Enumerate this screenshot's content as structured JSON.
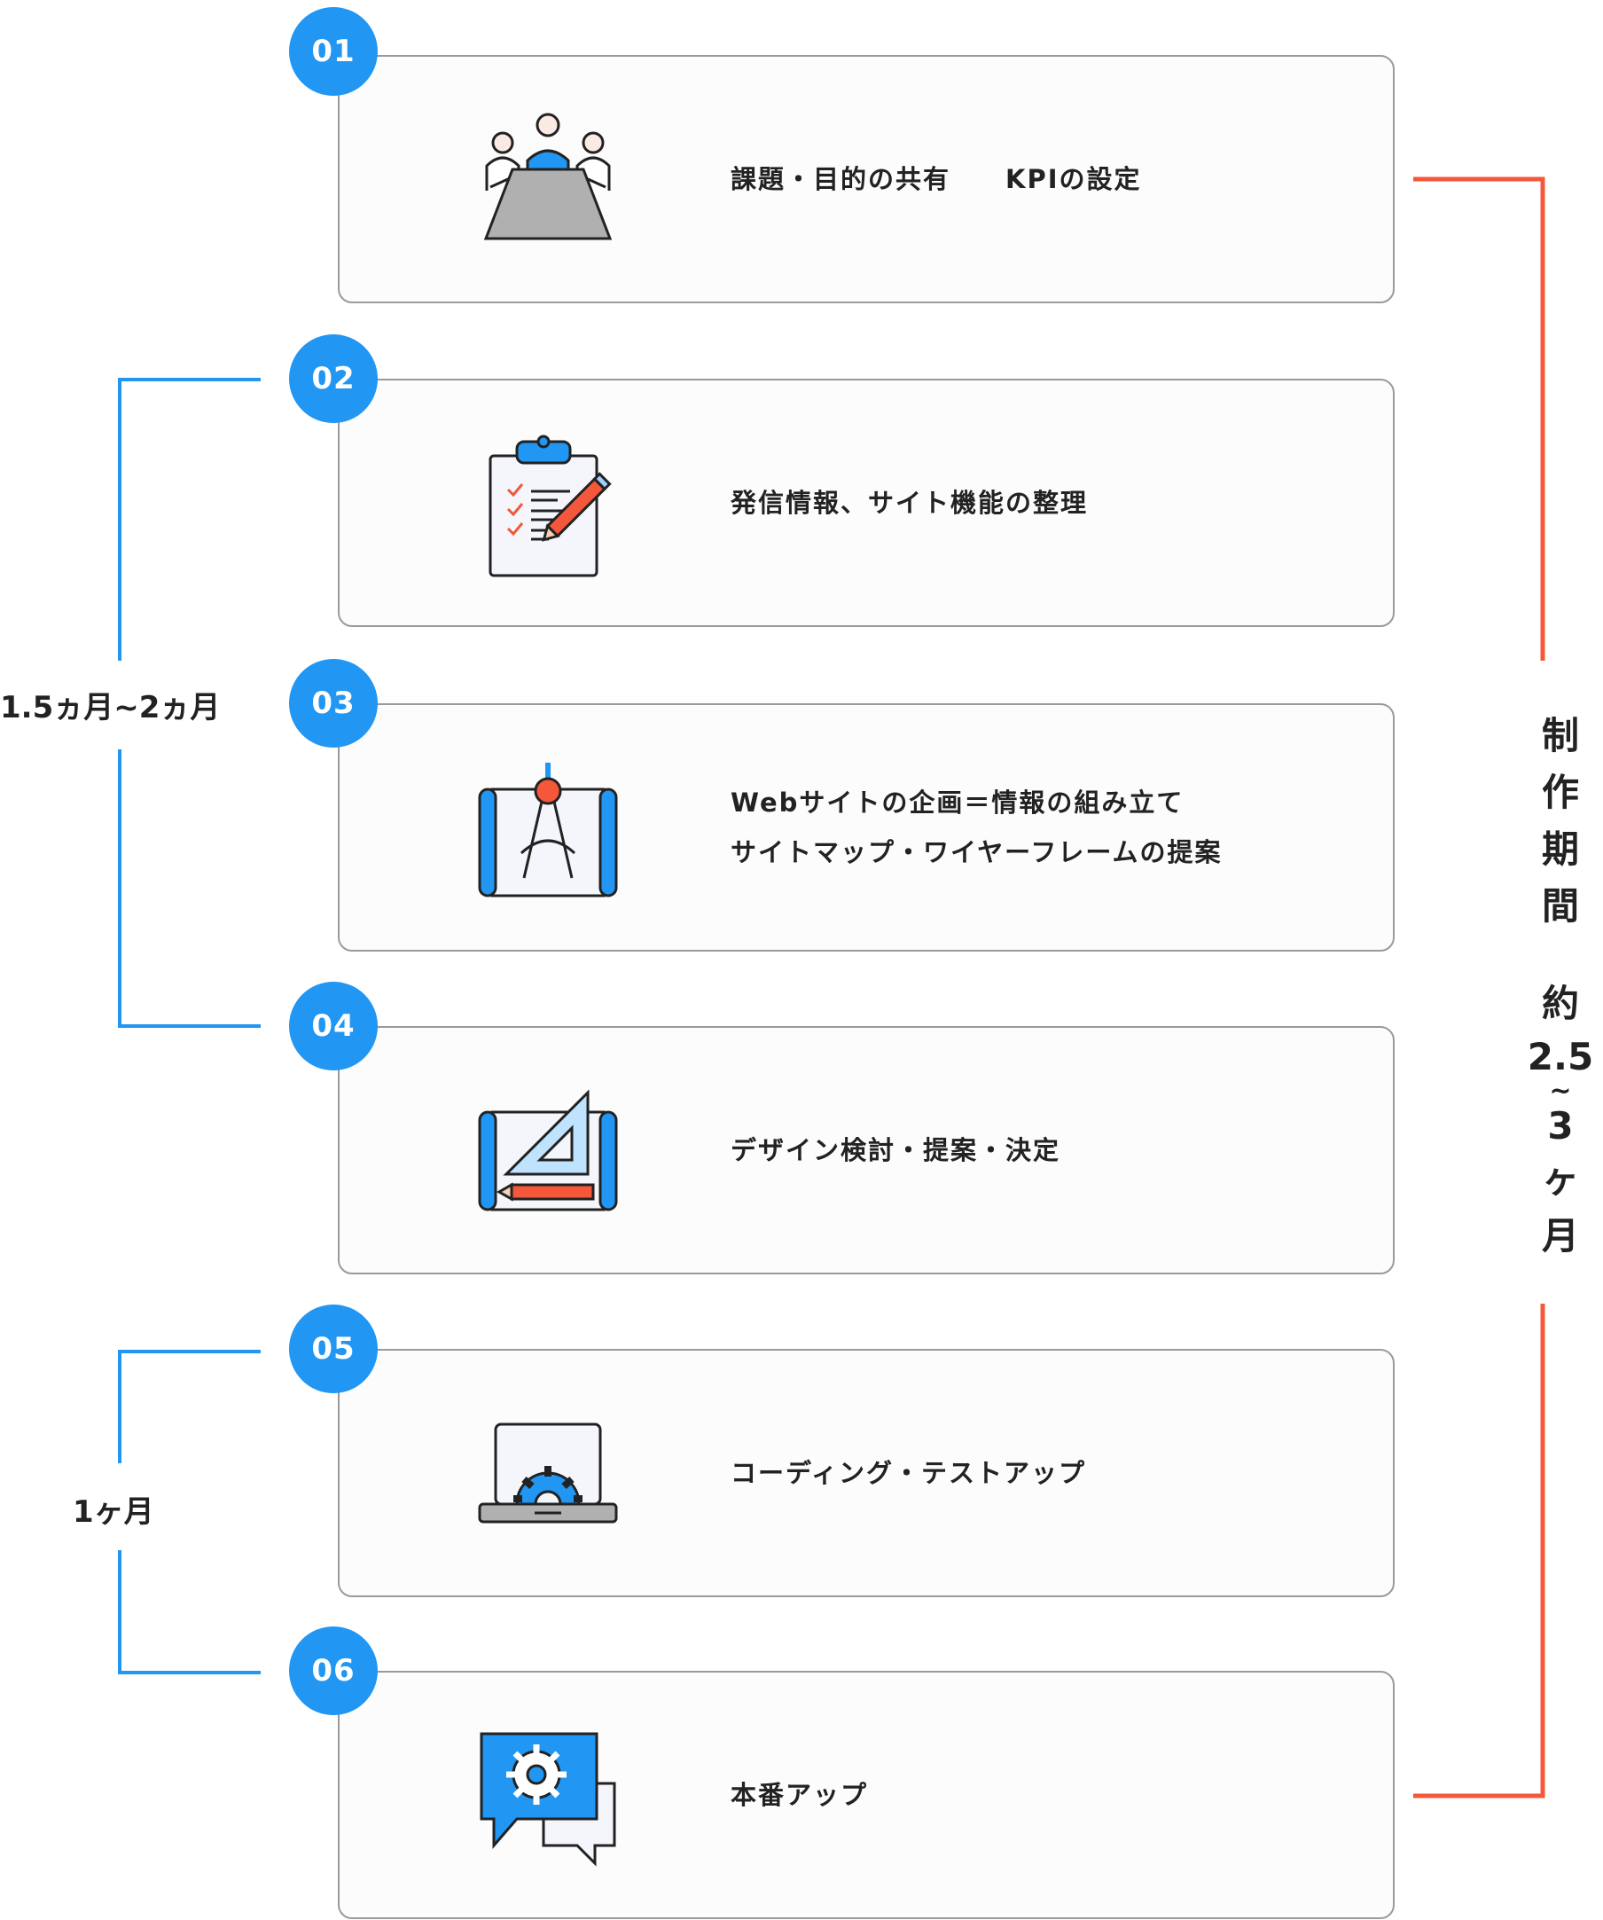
{
  "steps": [
    {
      "number": "01",
      "icon": "meeting-icon",
      "text": "課題・目的の共有　　KPIの設定"
    },
    {
      "number": "02",
      "icon": "clipboard-checklist-icon",
      "text": "発信情報、サイト機能の整理"
    },
    {
      "number": "03",
      "icon": "compass-blueprint-icon",
      "text": "Webサイトの企画＝情報の組み立て\nサイトマップ・ワイヤーフレームの提案"
    },
    {
      "number": "04",
      "icon": "set-square-blueprint-icon",
      "text": "デザイン検討・提案・決定"
    },
    {
      "number": "05",
      "icon": "laptop-gear-icon",
      "text": "コーディング・テストアップ"
    },
    {
      "number": "06",
      "icon": "chat-gear-icon",
      "text": "本番アップ"
    }
  ],
  "brackets": {
    "planning": {
      "label": "1.5ヵ月~2ヵ月"
    },
    "build": {
      "label": "1ヶ月"
    }
  },
  "period": {
    "title_chars": [
      "制",
      "作",
      "期",
      "間"
    ],
    "value_chars": [
      "約",
      "2.5",
      "~",
      "3",
      "ヶ",
      "月"
    ]
  },
  "colors": {
    "badge": "#2196f3",
    "left_bracket": "#2196f3",
    "right_bracket": "#f4573a",
    "card_border": "#9a9a9a"
  }
}
